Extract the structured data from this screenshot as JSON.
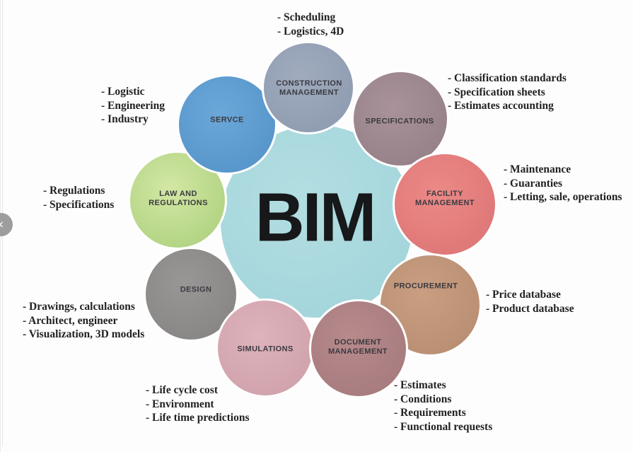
{
  "page": {
    "background": "#fdfdfd"
  },
  "carousel": {
    "prev_icon": "‹"
  },
  "diagram": {
    "center": {
      "label": "BIM",
      "colors": {
        "inner": "#b3dee2",
        "outer": "#9fd3d9"
      }
    },
    "nodes": [
      {
        "name": "law-and-regulations",
        "label1": "LAW AND",
        "label2": "REGULATIONS",
        "colors": {
          "inner": "#d3e7a4",
          "outer": "#a7ce79"
        }
      },
      {
        "name": "design",
        "label1": "DESIGN",
        "label2": "",
        "colors": {
          "inner": "#999696",
          "outer": "#848181"
        }
      },
      {
        "name": "service",
        "label1": "SERVCE",
        "label2": "",
        "colors": {
          "inner": "#6ba7d9",
          "outer": "#5191c6"
        }
      },
      {
        "name": "construction-management",
        "label1": "CONSTRUCTION",
        "label2": "MANAGEMENT",
        "colors": {
          "inner": "#a0abbe",
          "outer": "#8b98ad"
        }
      },
      {
        "name": "specifications",
        "label1": "SPECIFICATIONS",
        "label2": "",
        "colors": {
          "inner": "#a9929a",
          "outer": "#927d84"
        }
      },
      {
        "name": "facility-management",
        "label1": "FACILITY",
        "label2": "MANAGEMENT",
        "colors": {
          "inner": "#eb8a87",
          "outer": "#db7273"
        }
      },
      {
        "name": "procurement",
        "label1": "PROCUREMENT",
        "label2": "",
        "colors": {
          "inner": "#c99e81",
          "outer": "#b58b70"
        }
      },
      {
        "name": "simulations",
        "label1": "SIMULATIONS",
        "label2": "",
        "colors": {
          "inner": "#dfb3bb",
          "outer": "#cc9ea8"
        }
      },
      {
        "name": "document-management",
        "label1": "DOCUMENT",
        "label2": "MANAGEMENT",
        "colors": {
          "inner": "#b78a8c",
          "outer": "#a3787b"
        }
      }
    ],
    "annotations": [
      {
        "name": "construction-notes",
        "lines": [
          "- Scheduling",
          "- Logistics, 4D"
        ]
      },
      {
        "name": "specifications-notes",
        "lines": [
          "- Classification standards",
          "- Specification sheets",
          "- Estimates accounting"
        ]
      },
      {
        "name": "facility-notes",
        "lines": [
          "- Maintenance",
          "- Guaranties",
          "- Letting, sale, operations"
        ]
      },
      {
        "name": "procurement-notes",
        "lines": [
          "- Price database",
          "- Product database"
        ]
      },
      {
        "name": "document-notes",
        "lines": [
          "- Estimates",
          "- Conditions",
          "- Requirements",
          "- Functional requests"
        ]
      },
      {
        "name": "simulations-notes",
        "lines": [
          "- Life cycle cost",
          "- Environment",
          "- Life time predictions"
        ]
      },
      {
        "name": "design-notes",
        "lines": [
          "- Drawings, calculations",
          "- Architect, engineer",
          "- Visualization, 3D models"
        ]
      },
      {
        "name": "law-notes",
        "lines": [
          "- Regulations",
          "- Specifications"
        ]
      },
      {
        "name": "service-notes",
        "lines": [
          "- Logistic",
          "- Engineering",
          "- Industry"
        ]
      }
    ]
  }
}
